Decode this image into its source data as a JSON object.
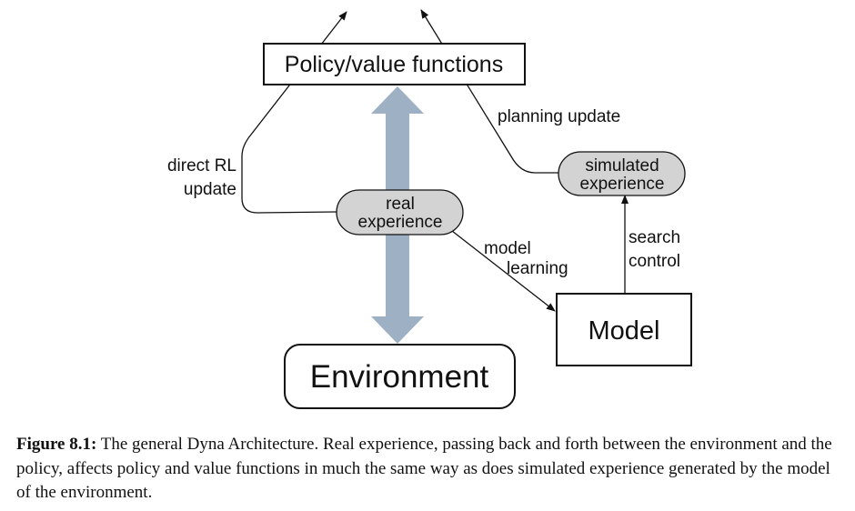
{
  "diagram": {
    "nodes": {
      "policy": "Policy/value functions",
      "environment": "Environment",
      "model": "Model",
      "real_experience": [
        "real",
        "experience"
      ],
      "simulated_experience": [
        "simulated",
        "experience"
      ]
    },
    "edges": {
      "direct_rl_update": [
        "direct RL",
        "update"
      ],
      "planning_update": "planning update",
      "model_learning": [
        "model",
        "learning"
      ],
      "search_control": [
        "search",
        "control"
      ]
    },
    "colors": {
      "big_arrow": "#9eb0c3",
      "bubble_fill": "#d3d3d3",
      "stroke": "#111111"
    }
  },
  "caption": {
    "label": "Figure 8.1:",
    "text": "The general Dyna Architecture. Real experience, passing back and forth between the environment and the policy, affects policy and value functions in much the same way as does simulated experience generated by the model of the environment."
  }
}
